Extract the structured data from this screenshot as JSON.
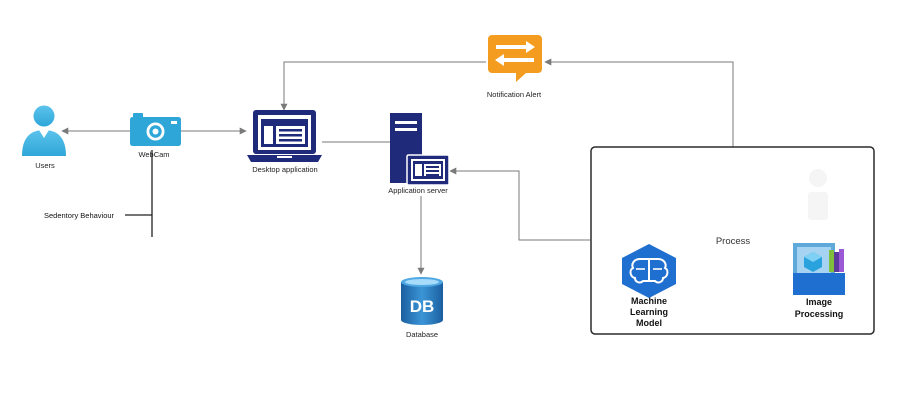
{
  "nodes": {
    "users": "Users",
    "webcam": "WebCam",
    "desktop": "Desktop application",
    "server": "Application server",
    "notification": "Notification Alert",
    "database": "Database",
    "db_icon_text": "DB",
    "sedentary": "Sedentory Behaviour",
    "process": "Process",
    "ml_line1": "Machine",
    "ml_line2": "Learning",
    "ml_line3": "Model",
    "ip_line1": "Image",
    "ip_line2": "Processing"
  },
  "colors": {
    "navy": "#1f2a7a",
    "cyan": "#2ea6d8",
    "orange": "#f39c1f",
    "azure_blue": "#1f6fd0",
    "db_blue": "#2f7fc1",
    "connector": "#7a7a7a"
  }
}
